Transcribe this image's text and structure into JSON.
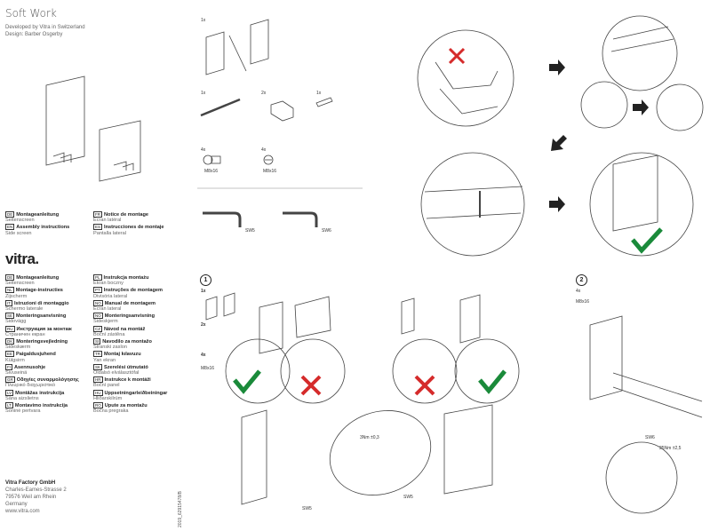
{
  "header": {
    "title": "Soft Work",
    "developed": "Developed by Vitra in Switzerland",
    "design": "Design: Barber Osgerby"
  },
  "logo": "vitra.",
  "languages_col1_top": [
    {
      "code": "DE",
      "heading": "Montageanleitung",
      "text": "Seitenscreen"
    },
    {
      "code": "EN",
      "heading": "Assembly instructions",
      "text": "Side screen"
    }
  ],
  "languages_col2_top": [
    {
      "code": "FR",
      "heading": "Notice de montage",
      "text": "Écran latéral"
    },
    {
      "code": "ES",
      "heading": "Instrucciones de montaje",
      "text": "Pantalla lateral"
    }
  ],
  "languages_col1": [
    {
      "code": "DE",
      "heading": "Montageanleitung",
      "text": "Seitenscreen"
    },
    {
      "code": "NL",
      "heading": "Montage-instructies",
      "text": "Zijscherm"
    },
    {
      "code": "IT",
      "heading": "Istruzioni di montaggio",
      "text": "Schermo laterale"
    },
    {
      "code": "SE",
      "heading": "Monteringsanvisning",
      "text": "Sidovägg"
    },
    {
      "code": "RU",
      "heading": "Инструкция за монтаж",
      "text": "Страничен екран"
    },
    {
      "code": "DK",
      "heading": "Monteringsvejledning",
      "text": "Sideskærm"
    },
    {
      "code": "EE",
      "heading": "Paigaldusjuhend",
      "text": "Külgsirm"
    },
    {
      "code": "FI",
      "heading": "Asennusohje",
      "text": "Sivuseinä"
    },
    {
      "code": "GR",
      "heading": "Οδηγίες συναρμολόγησης",
      "text": "Πλευρικό διαχωριστικό"
    },
    {
      "code": "LV",
      "heading": "Montāžas instrukcija",
      "text": "Sāna aizslietns"
    },
    {
      "code": "LT",
      "heading": "Montavimo instrukcija",
      "text": "Šoninė pertvara"
    }
  ],
  "languages_col2": [
    {
      "code": "PL",
      "heading": "Instrukcja montażu",
      "text": "Ekran boczny"
    },
    {
      "code": "PT",
      "heading": "Instruções de montagem",
      "text": "Divisória lateral"
    },
    {
      "code": "NO",
      "heading": "Manual de montagem",
      "text": "Ecran lateral"
    },
    {
      "code": "NO",
      "heading": "Monteringsanvisning",
      "text": "Sideskjerm"
    },
    {
      "code": "CZ",
      "heading": "Návod na montáž",
      "text": "Boční zástěna"
    },
    {
      "code": "SI",
      "heading": "Navodilo za montažo",
      "text": "Stranski zaslon"
    },
    {
      "code": "TR",
      "heading": "Montaj kılavuzu",
      "text": "Yan ekran"
    },
    {
      "code": "SK",
      "heading": "Szerelési útmutató",
      "text": "Oldalsó elválasztófal"
    },
    {
      "code": "HR",
      "heading": "Instrukce k montáži",
      "text": "Boční panel"
    },
    {
      "code": "HU",
      "heading": "Uppsetningarleiðbeiningar",
      "text": "Hliðarskilrúm"
    },
    {
      "code": "RO",
      "heading": "Upute za montažu",
      "text": "Bočna pregraka"
    }
  ],
  "footer": {
    "company": "Vitra Factory GmbH",
    "street": "Charles-Eames-Strasse 2",
    "city": "79576 Weil am Rhein",
    "country": "Germany",
    "web": "www.vitra.com",
    "doc_code": "2019_62915478/B"
  },
  "parts": {
    "q_panels": "1x",
    "q_rod": "1x",
    "q_bracket": "2x",
    "q_pin": "1x",
    "q_screw1": "4x",
    "q_screw2": "4x",
    "screw1_label": "M8x16",
    "screw2_label": "M8x16",
    "key1": "SW5",
    "key2": "SW6"
  },
  "step1": {
    "number": "1",
    "q1": "1x",
    "q2": "2x",
    "q3": "4x",
    "screw": "M8x16",
    "torque": "3Nm ±0,3",
    "key_a": "SW5",
    "key_b": "SW5"
  },
  "step2": {
    "number": "2",
    "q": "4x",
    "screw": "M8x16",
    "key": "SW6",
    "torque": "25Nm ±2,5"
  },
  "colors": {
    "check": "#1a8a3a",
    "cross": "#d52b2b",
    "line": "#333333"
  }
}
